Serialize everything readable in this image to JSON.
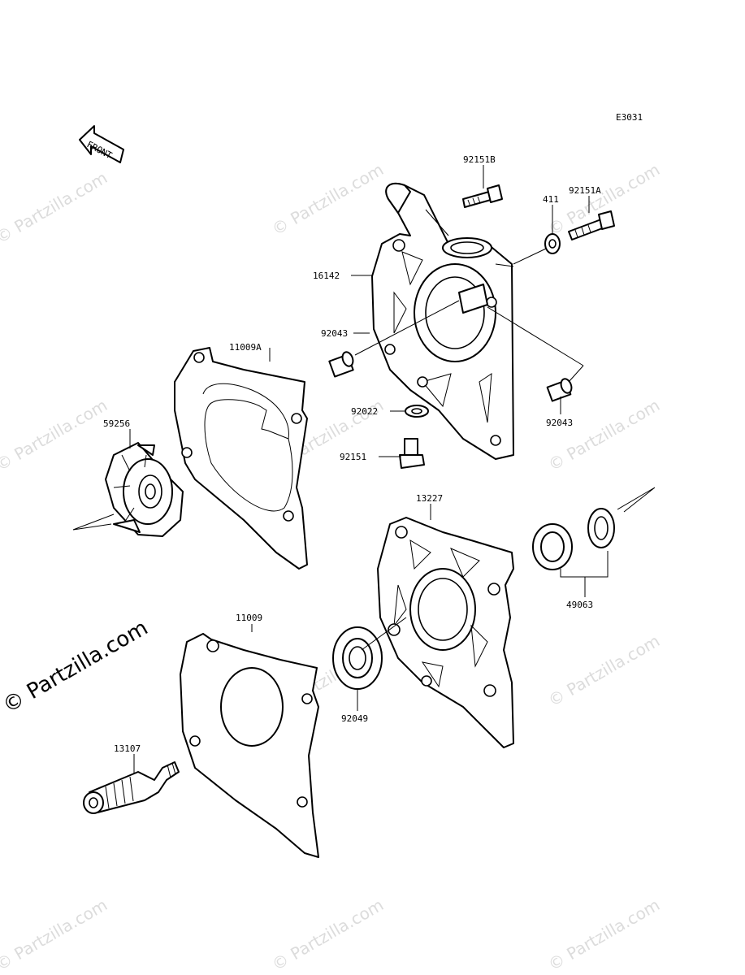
{
  "diagram_code": "E3031",
  "front_label": "FRONT",
  "watermark_big": "© Partzilla.com",
  "watermark_small": "© Partzilla.com",
  "parts": {
    "p92151B": "92151B",
    "p92151A": "92151A",
    "p411": "411",
    "p16142": "16142",
    "p92043_left": "92043",
    "p92043_right": "92043",
    "p11009A": "11009A",
    "p92022": "92022",
    "p59256": "59256",
    "p92151": "92151",
    "p13227": "13227",
    "p49063": "49063",
    "p11009": "11009",
    "p92049": "92049",
    "p13107": "13107"
  }
}
